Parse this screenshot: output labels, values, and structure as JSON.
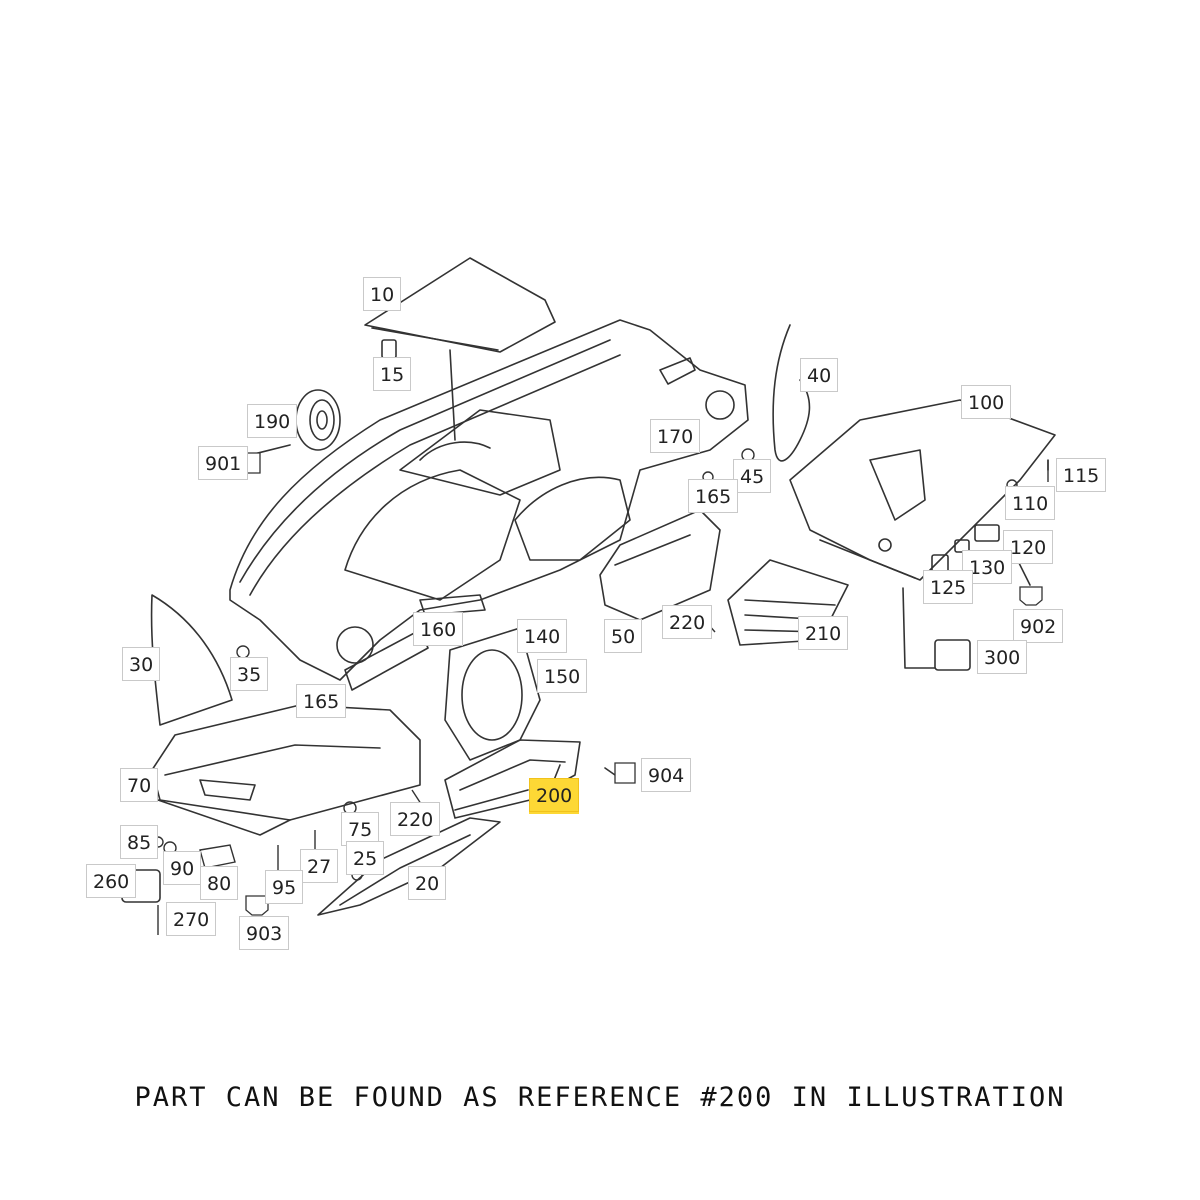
{
  "caption": "PART CAN BE FOUND AS REFERENCE #200 IN ILLUSTRATION",
  "highlight_color": "#FDD835",
  "line_color": "#333333",
  "callouts": [
    {
      "id": "10",
      "text": "10"
    },
    {
      "id": "15",
      "text": "15"
    },
    {
      "id": "190",
      "text": "190"
    },
    {
      "id": "901",
      "text": "901"
    },
    {
      "id": "40",
      "text": "40"
    },
    {
      "id": "170",
      "text": "170"
    },
    {
      "id": "45",
      "text": "45"
    },
    {
      "id": "165a",
      "text": "165"
    },
    {
      "id": "100",
      "text": "100"
    },
    {
      "id": "115",
      "text": "115"
    },
    {
      "id": "110",
      "text": "110"
    },
    {
      "id": "120",
      "text": "120"
    },
    {
      "id": "130",
      "text": "130"
    },
    {
      "id": "125",
      "text": "125"
    },
    {
      "id": "902",
      "text": "902"
    },
    {
      "id": "300",
      "text": "300"
    },
    {
      "id": "30",
      "text": "30"
    },
    {
      "id": "35",
      "text": "35"
    },
    {
      "id": "160",
      "text": "160"
    },
    {
      "id": "140",
      "text": "140"
    },
    {
      "id": "150",
      "text": "150"
    },
    {
      "id": "50",
      "text": "50"
    },
    {
      "id": "220a",
      "text": "220"
    },
    {
      "id": "210",
      "text": "210"
    },
    {
      "id": "165b",
      "text": "165"
    },
    {
      "id": "70",
      "text": "70"
    },
    {
      "id": "904",
      "text": "904"
    },
    {
      "id": "200",
      "text": "200",
      "highlight": true
    },
    {
      "id": "75",
      "text": "75"
    },
    {
      "id": "220b",
      "text": "220"
    },
    {
      "id": "85",
      "text": "85"
    },
    {
      "id": "90",
      "text": "90"
    },
    {
      "id": "80",
      "text": "80"
    },
    {
      "id": "27",
      "text": "27"
    },
    {
      "id": "25",
      "text": "25"
    },
    {
      "id": "95",
      "text": "95"
    },
    {
      "id": "20",
      "text": "20"
    },
    {
      "id": "260",
      "text": "260"
    },
    {
      "id": "270",
      "text": "270"
    },
    {
      "id": "903",
      "text": "903"
    }
  ]
}
